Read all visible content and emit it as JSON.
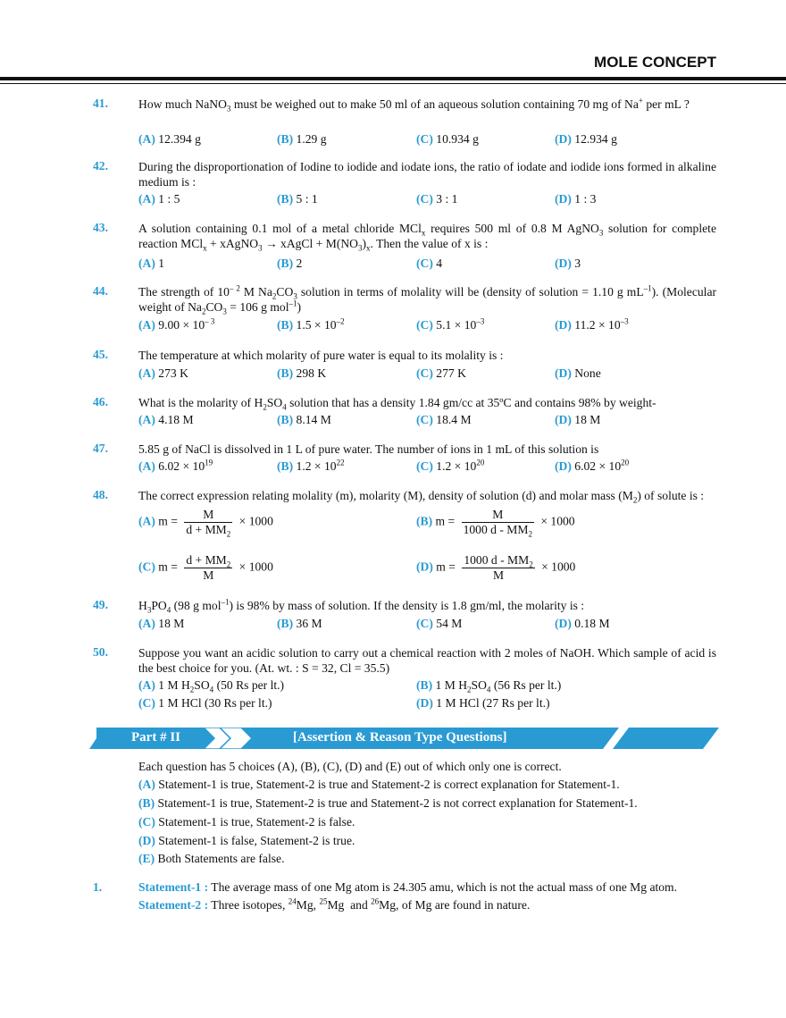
{
  "header": {
    "title": "MOLE CONCEPT"
  },
  "questions": {
    "q41": {
      "num": "41.",
      "a": "12.394 g",
      "b": "1.29 g",
      "c": "10.934 g",
      "d": "12.934 g"
    },
    "q42": {
      "num": "42.",
      "text": "During the disproportionation of Iodine to iodide and iodate ions, the ratio of iodate and iodide ions formed in alkaline medium is :",
      "a": "1 : 5",
      "b": "5 : 1",
      "c": "3 : 1",
      "d": "1 : 3"
    },
    "q43": {
      "num": "43.",
      "a": "1",
      "b": "2",
      "c": "4",
      "d": "3"
    },
    "q44": {
      "num": "44."
    },
    "q45": {
      "num": "45.",
      "text": "The temperature at which molarity of pure water is equal to its molality is :",
      "a": "273 K",
      "b": "298 K",
      "c": "277 K",
      "d": "None"
    },
    "q46": {
      "num": "46.",
      "a": "4.18 M",
      "b": "8.14 M",
      "c": "18.4 M",
      "d": "18 M"
    },
    "q47": {
      "num": "47.",
      "text": "5.85 g of NaCl is dissolved in 1 L of pure water. The number of ions in 1 mL of this solution is"
    },
    "q48": {
      "num": "48."
    },
    "q49": {
      "num": "49.",
      "a": "18 M",
      "b": "36 M",
      "c": "54 M",
      "d": "0.18 M"
    },
    "q50": {
      "num": "50.",
      "text": "Suppose you want an acidic solution to carry out a chemical reaction with 2 moles of NaOH. Which sample of acid is the best choice for you. (At. wt. : S = 32, Cl = 35.5)",
      "c": "1 M HCl (30 Rs per lt.)",
      "d": "1 M HCl (27 Rs per lt.)"
    }
  },
  "labels": {
    "a": "(A)",
    "b": "(B)",
    "c": "(C)",
    "d": "(D)",
    "e": "(E)"
  },
  "banner": {
    "part": "Part # II",
    "title": "[Assertion & Reason Type Questions]"
  },
  "instructions": {
    "intro": "Each question has 5 choices (A), (B), (C), (D) and (E) out of which only one is correct.",
    "a": "Statement-1 is true, Statement-2 is true and Statement-2 is correct explanation for Statement-1.",
    "b": "Statement-1 is true, Statement-2 is true and Statement-2 is not correct explanation for Statement-1.",
    "c": "Statement-1 is true, Statement-2 is false.",
    "d": "Statement-1 is false, Statement-2 is true.",
    "e": "Both Statements are false."
  },
  "ar1": {
    "num": "1.",
    "s1_label": "Statement-1 :",
    "s1_text": "The average mass of one Mg atom is 24.305 amu, which is not the actual mass of one Mg atom.",
    "s2_label": "Statement-2 :"
  },
  "colors": {
    "accent": "#2a9ad3",
    "banner": "#2a9ad3"
  }
}
